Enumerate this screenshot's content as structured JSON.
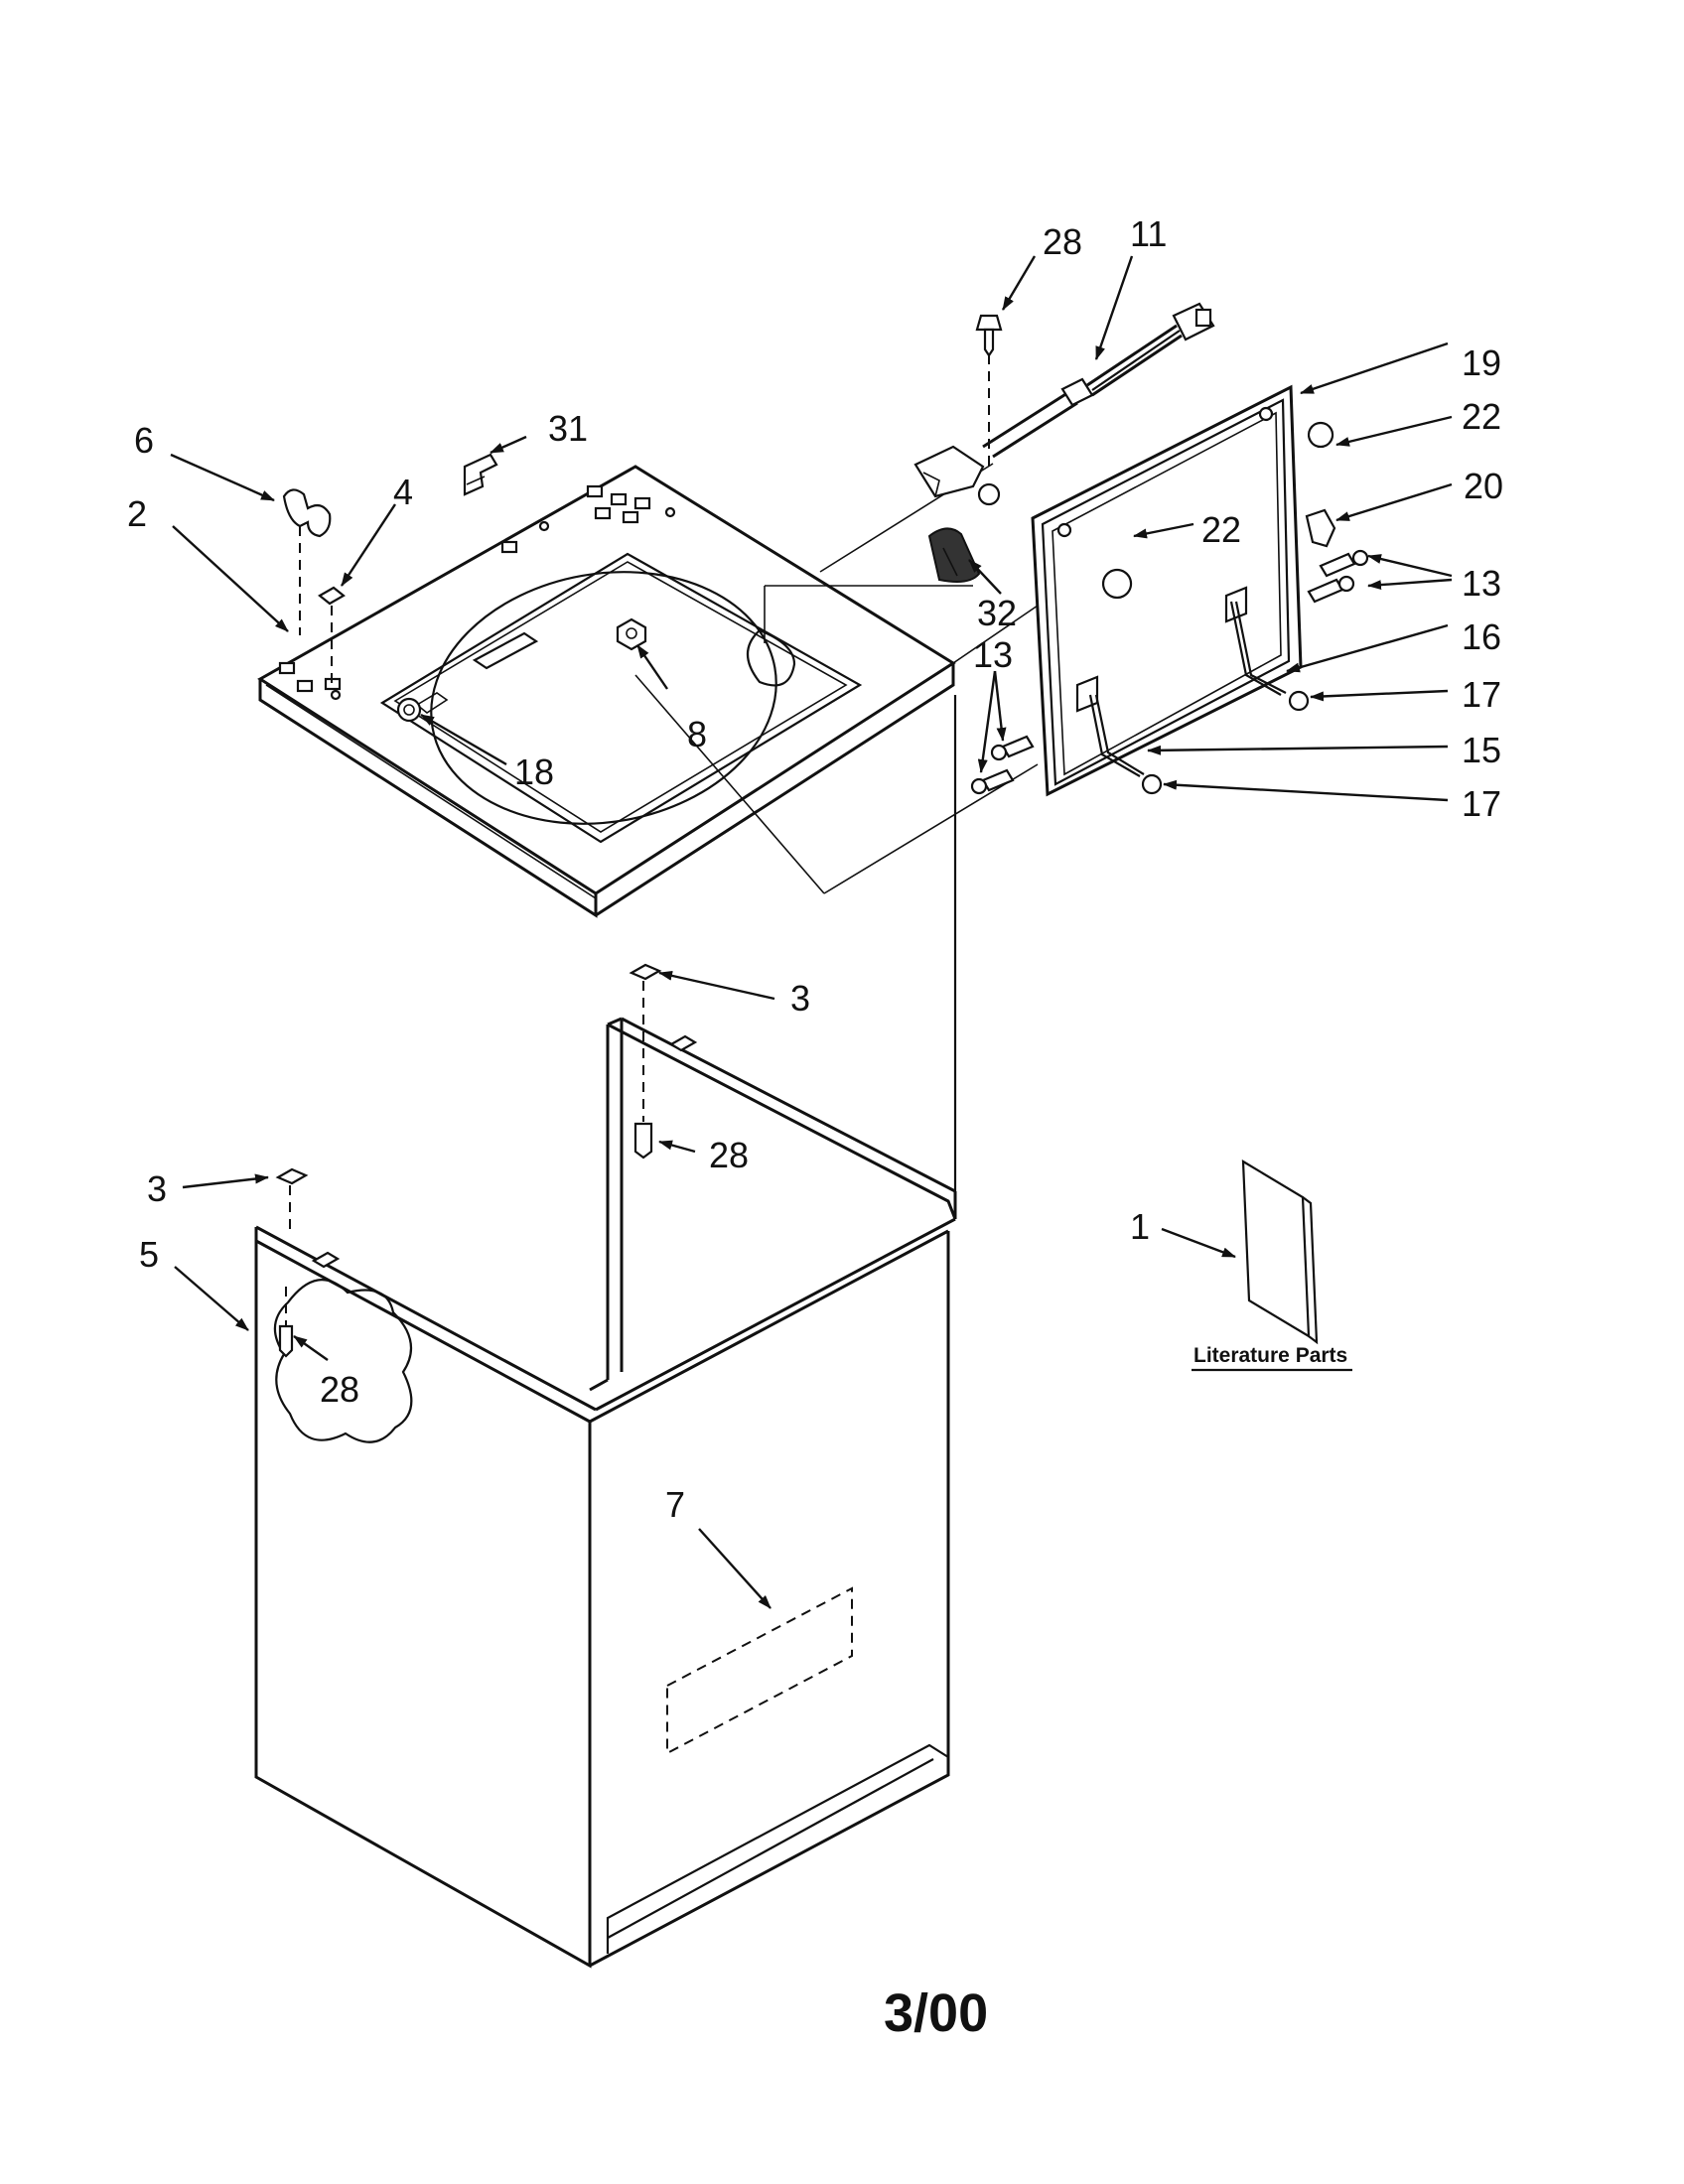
{
  "diagram": {
    "callouts": {
      "c1": "1",
      "c2": "2",
      "c3a": "3",
      "c3b": "3",
      "c4": "4",
      "c5": "5",
      "c6": "6",
      "c7": "7",
      "c8": "8",
      "c11": "11",
      "c13a": "13",
      "c13b": "13",
      "c15": "15",
      "c16": "16",
      "c17a": "17",
      "c17b": "17",
      "c18": "18",
      "c19": "19",
      "c20": "20",
      "c22a": "22",
      "c22b": "22",
      "c28a": "28",
      "c28b": "28",
      "c28c": "28",
      "c31": "31",
      "c32": "32"
    },
    "literature_label": "Literature Parts",
    "date_code": "3/00"
  }
}
